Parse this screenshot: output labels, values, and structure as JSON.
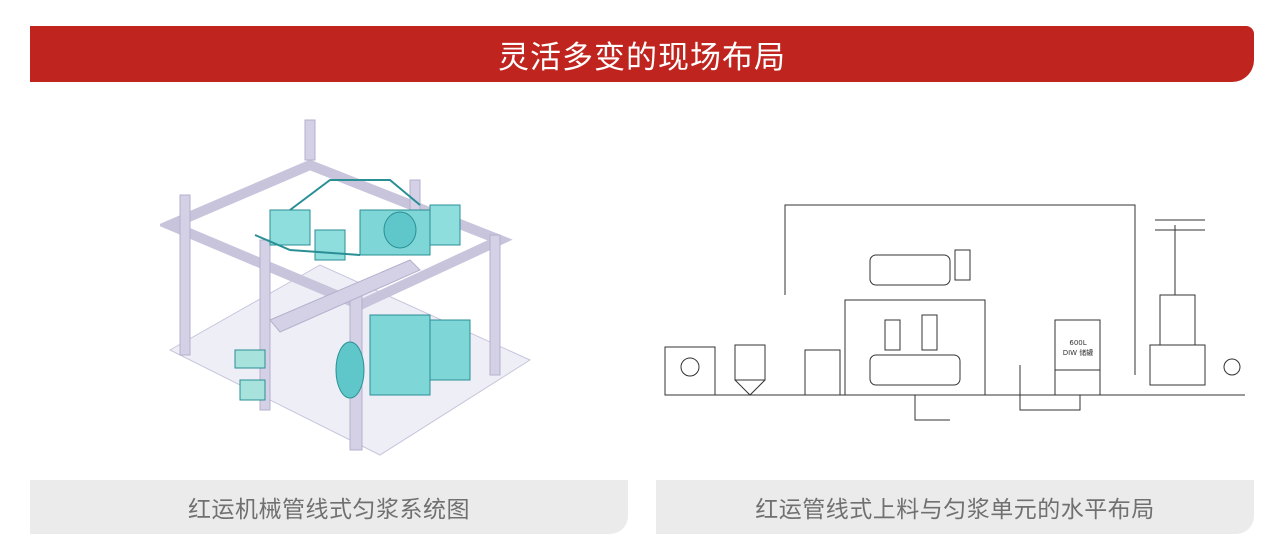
{
  "header": {
    "title": "灵活多变的现场布局"
  },
  "panels": [
    {
      "caption": "红运机械管线式匀浆系统图"
    },
    {
      "caption": "红运管线式上料与匀浆单元的水平布局"
    }
  ],
  "colors": {
    "banner": "#c0241f",
    "caption_bg": "#ebebeb",
    "caption_text": "#707070",
    "structure": "#c8c4dc",
    "equipment": "#5fc7c9"
  },
  "diagram_labels": {
    "tank_label": "600L\nDIW 储罐"
  }
}
